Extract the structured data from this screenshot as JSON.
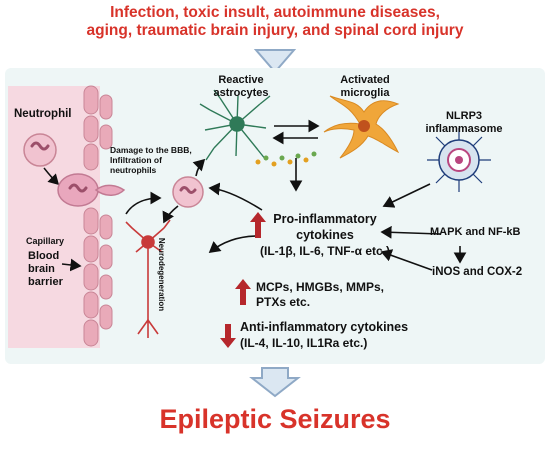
{
  "header": {
    "line1": "Infection, toxic insult, autoimmune diseases,",
    "line2": "aging, traumatic brain injury, and spinal cord injury"
  },
  "labels": {
    "neutrophil": "Neutrophil",
    "reactive_astrocytes": [
      "Reactive",
      "astrocytes"
    ],
    "activated_microglia": [
      "Activated",
      "microglia"
    ],
    "nlrp3": [
      "NLRP3",
      "inflammasome"
    ],
    "bbb_damage": [
      "Damage to the BBB,",
      "Infiltration of",
      "neutrophils"
    ],
    "capillary": "Capillary",
    "blood_brain_barrier": [
      "Blood",
      "brain",
      "barrier"
    ],
    "neurodegeneration": "Neurodegeneration",
    "pro_inflammatory": [
      "Pro-inflammatory",
      "cytokines",
      "(IL-1β, IL-6, TNF-α etc.)"
    ],
    "mcps": [
      "MCPs, HMGBs, MMPs,",
      "PTXs etc."
    ],
    "anti_inflammatory": [
      "Anti-inflammatory cytokines",
      "(IL-4, IL-10, IL1Ra etc.)"
    ],
    "mapk": "MAPK and NF-kB",
    "inos": "iNOS and COX-2"
  },
  "footer": {
    "outcome": "Epileptic Seizures"
  },
  "colors": {
    "title_red": "#d8332a",
    "panel_bg": "#eef6f6",
    "vessel_pink": "#f4d7df",
    "up_arrow": "#b5272c",
    "down_arrow": "#b5272c",
    "astrocyte_green": "#2f7a58",
    "microglia_orange": "#f0a63a",
    "neuron_red": "#c83a3a",
    "big_arrow_fill": "#dbe7f2",
    "big_arrow_stroke": "#8fa9c6"
  }
}
